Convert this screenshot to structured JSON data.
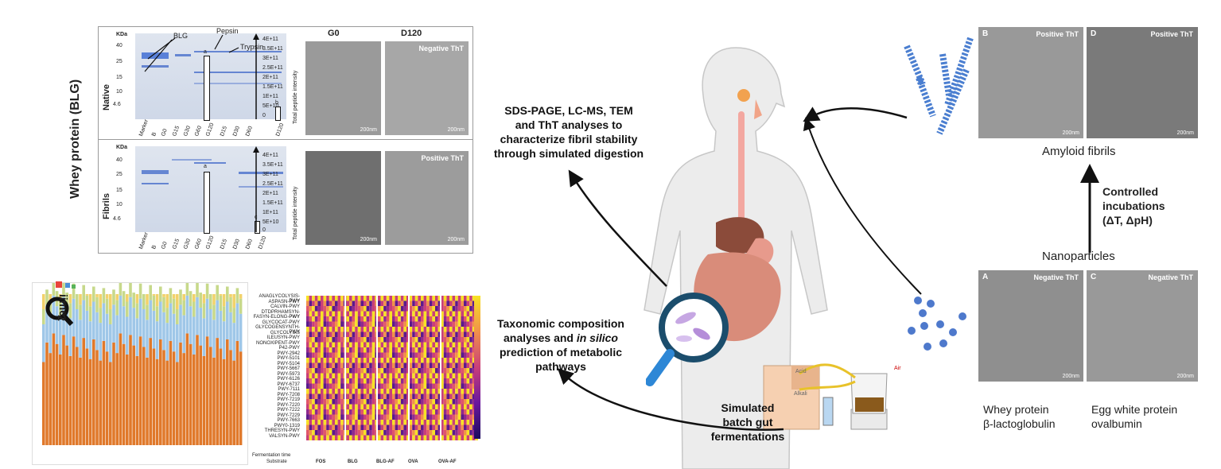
{
  "whey_panel": {
    "side_label": "Whey protein (BLG)",
    "native": {
      "row_label": "Native",
      "kda_unit": "KDa",
      "kda_ticks": [
        "40",
        "25",
        "15",
        "10",
        "4.6"
      ],
      "band_callouts": [
        "BLG",
        "Pepsin",
        "Trypsin"
      ],
      "gel_lanes": [
        "Marker",
        "B",
        "G0",
        "G15",
        "G30",
        "G60",
        "G120",
        "D15",
        "D30",
        "D60",
        "D120"
      ],
      "intensity_ticks": [
        "4E+11",
        "3.5E+11",
        "3E+11",
        "2.5E+11",
        "2E+11",
        "1.5E+11",
        "1E+11",
        "5E+10",
        "0"
      ],
      "intensity_axis": "Total peptide intensity",
      "bar_letters": [
        "a",
        "b"
      ],
      "tem_headers": [
        "G0",
        "D120"
      ],
      "tem_labels": [
        "",
        "Negative ThT"
      ],
      "tem_scales": [
        "200nm",
        "200nm"
      ]
    },
    "fibrils": {
      "row_label": "Fibrils",
      "kda_unit": "KDa",
      "kda_ticks": [
        "40",
        "25",
        "15",
        "10",
        "4.6"
      ],
      "gel_lanes": [
        "Marker",
        "B",
        "G0",
        "G15",
        "G30",
        "G60",
        "G120",
        "D15",
        "D30",
        "D60",
        "D120"
      ],
      "intensity_ticks": [
        "4E+11",
        "3.5E+11",
        "3E+11",
        "2.5E+11",
        "2E+11",
        "1.5E+11",
        "1E+11",
        "5E+10",
        "0"
      ],
      "intensity_axis": "Total peptide intensity",
      "bar_letters": [
        "a",
        "c"
      ],
      "tem_labels": [
        "",
        "Positive ThT"
      ],
      "tem_scales": [
        "200nm",
        "200nm"
      ]
    }
  },
  "captions": {
    "analyses": [
      "SDS-PAGE, LC-MS, TEM",
      "and ThT analyses to",
      "characterize fibril stability",
      "through simulated digestion"
    ],
    "taxonomic": [
      "Taxonomic composition",
      "analyses and ",
      "in silico",
      "prediction of metabolic",
      "pathways"
    ],
    "fermentation": [
      "Simulated",
      "batch gut",
      "fermentations"
    ],
    "controlled": [
      "Controlled",
      "incubations",
      "(ΔT, ΔpH)"
    ]
  },
  "right_panel": {
    "amyloid_title": "Amyloid fibrils",
    "nanoparticles_title": "Nanoparticles",
    "tem_top": [
      {
        "letter": "B",
        "label": "Positive ThT",
        "scale": "200nm"
      },
      {
        "letter": "D",
        "label": "Positive ThT",
        "scale": "200nm"
      }
    ],
    "tem_bottom": [
      {
        "letter": "A",
        "label": "Negative ThT",
        "scale": "200nm"
      },
      {
        "letter": "C",
        "label": "Negative ThT",
        "scale": "200nm"
      }
    ],
    "whey_caption": [
      "Whey protein",
      "β-lactoglobulin"
    ],
    "egg_caption": [
      "Egg white protein",
      "ovalbumin"
    ]
  },
  "fermenter": {
    "acid_label": "Acid",
    "alkali_label": "Alkali",
    "gas_label": "Air"
  },
  "qiime": {
    "logo_text": "iime",
    "logo_num": "2"
  },
  "heatmap": {
    "pathways": [
      "ANAGLYCOLYSIS-PWY",
      "ASPASN-PWY",
      "CALVIN-PWY",
      "DTDPRHAMSYN-PWY",
      "FASYN-ELONG-PWY",
      "GLYCOCAT-PWY",
      "GLYCOGENSYNTH-PWY",
      "GLYCOLYSIS",
      "ILEUSYN-PWY",
      "NONOXIPENT-PWY",
      "P42-PWY",
      "PWY-2942",
      "PWY-5101",
      "PWY-5104",
      "PWY-5667",
      "PWY-5973",
      "PWY-6126",
      "PWY-6737",
      "PWY-7111",
      "PWY-7208",
      "PWY-7219",
      "PWY-7220",
      "PWY-7222",
      "PWY-7229",
      "PWY-7663",
      "PWY0-1319",
      "THRESYN-PWY",
      "VALSYN-PWY"
    ],
    "row_time": "Fermentation time",
    "row_substrate": "Substrate",
    "substrates": [
      "FOS",
      "BLG",
      "BLG-AF",
      "OVA",
      "OVA-AF"
    ]
  }
}
